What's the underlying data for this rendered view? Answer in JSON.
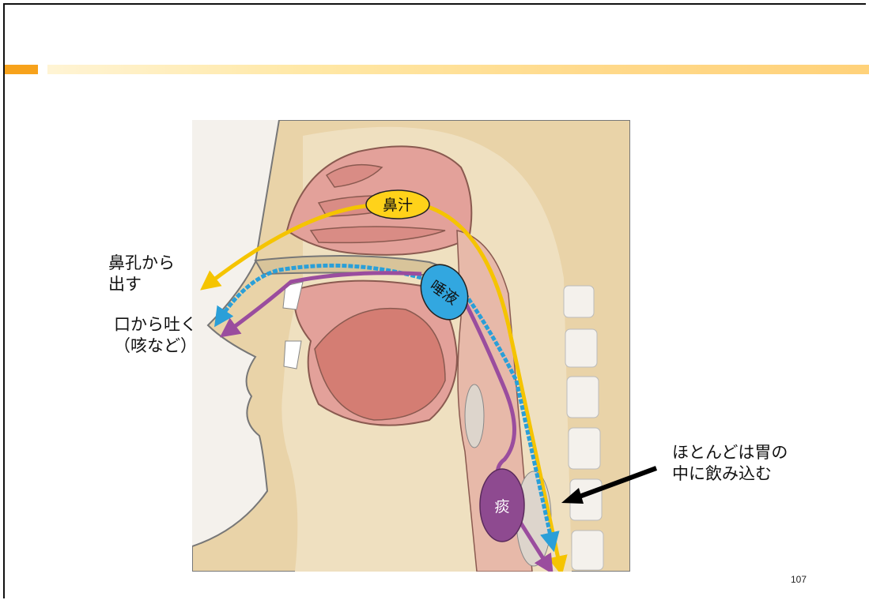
{
  "labels": {
    "nasal_mucus": "鼻汁",
    "saliva": "唾液",
    "phlegm": "痰",
    "nostril_exit": "鼻孔から\n出す",
    "mouth_exit": "口から吐く\n（咳など）",
    "swallowed": "ほとんどは胃の\n中に飲み込む"
  },
  "page_number": "107",
  "colors": {
    "accent_orange": "#f7a21b",
    "title_bar": "#ffd98a",
    "nasal_path": "#f5c400",
    "saliva_path": "#2a9fd8",
    "phlegm_path": "#9a4d9e",
    "phlegm_fill": "#8e4a90",
    "pointer": "#000000"
  }
}
